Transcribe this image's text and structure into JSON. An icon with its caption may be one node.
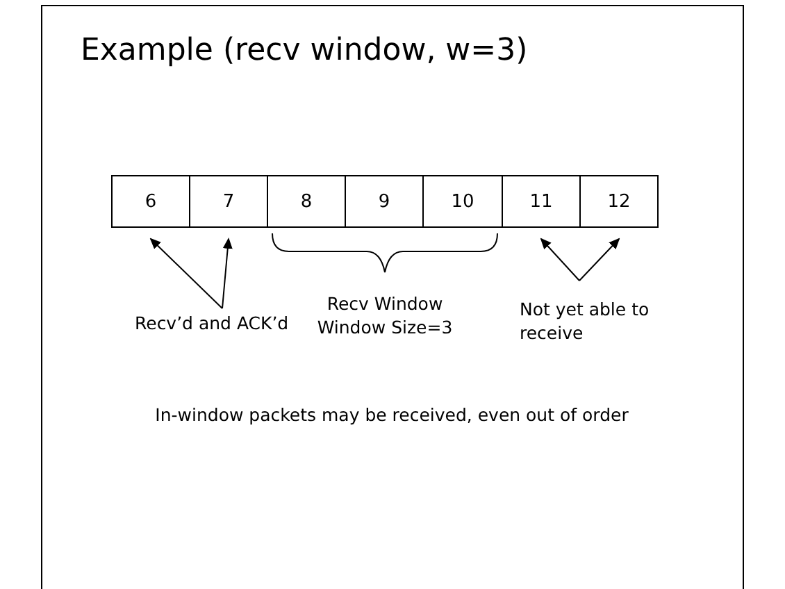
{
  "diagram": {
    "title": "Example (recv window, w=3)",
    "nodes": [
      {
        "text": [
          "6"
        ]
      },
      {
        "text": [
          "7"
        ]
      },
      {
        "text": [
          "8"
        ]
      },
      {
        "text": [
          "9"
        ]
      },
      {
        "text": [
          "10"
        ]
      },
      {
        "text": [
          "11"
        ]
      },
      {
        "text": [
          "12"
        ]
      },
      {
        "text": [
          "Recv’d and ACK’d"
        ]
      },
      {
        "text": [
          "Not yet able to receive"
        ]
      }
    ],
    "edges": [
      {
        "from": 7,
        "to": 0,
        "arrow": "to"
      },
      {
        "from": 7,
        "to": 1,
        "arrow": "to"
      },
      {
        "from": 8,
        "to": 5,
        "arrow": "to"
      },
      {
        "from": 8,
        "to": 6,
        "arrow": "to"
      }
    ],
    "labels": [
      "Recv Window Window Size=3",
      "In-window packets may be received, even out of order"
    ]
  }
}
